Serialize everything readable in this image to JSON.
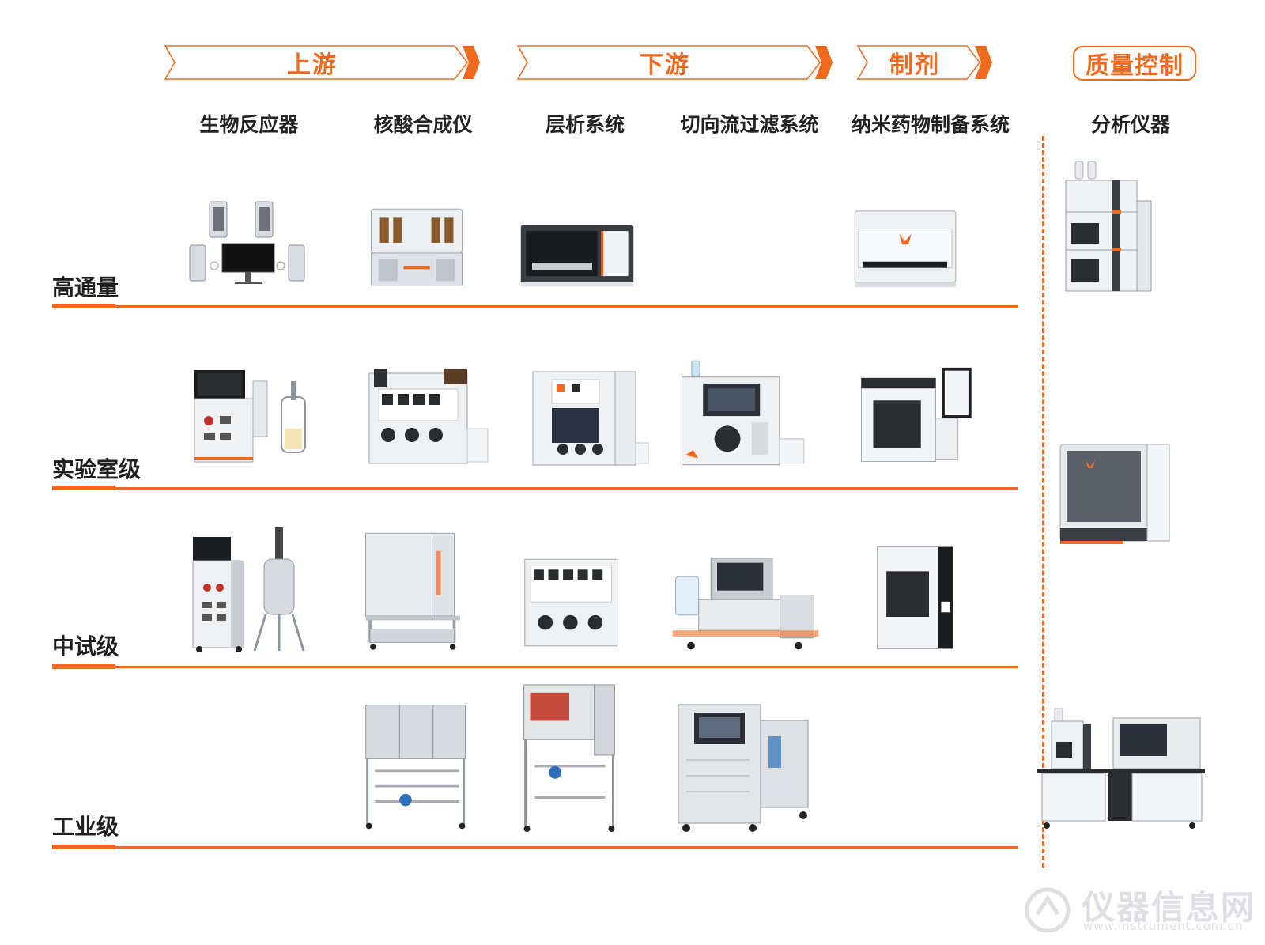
{
  "stages": {
    "upstream": "上游",
    "downstream": "下游",
    "formulation": "制剂",
    "quality_control": "质量控制"
  },
  "columns": {
    "bioreactor": "生物反应器",
    "nucleic_acid_synthesizer": "核酸合成仪",
    "chromatography": "层析系统",
    "tff": "切向流过滤系统",
    "nanomedicine": "纳米药物制备系统",
    "analytical": "分析仪器"
  },
  "rows": {
    "high_throughput": "高通量",
    "lab_scale": "实验室级",
    "pilot_scale": "中试级",
    "industrial_scale": "工业级"
  },
  "colors": {
    "accent": "#ef6a1f",
    "text": "#1f1f1f"
  },
  "watermark": {
    "name": "仪器信息网",
    "url": "www.instrument.com.cn"
  }
}
